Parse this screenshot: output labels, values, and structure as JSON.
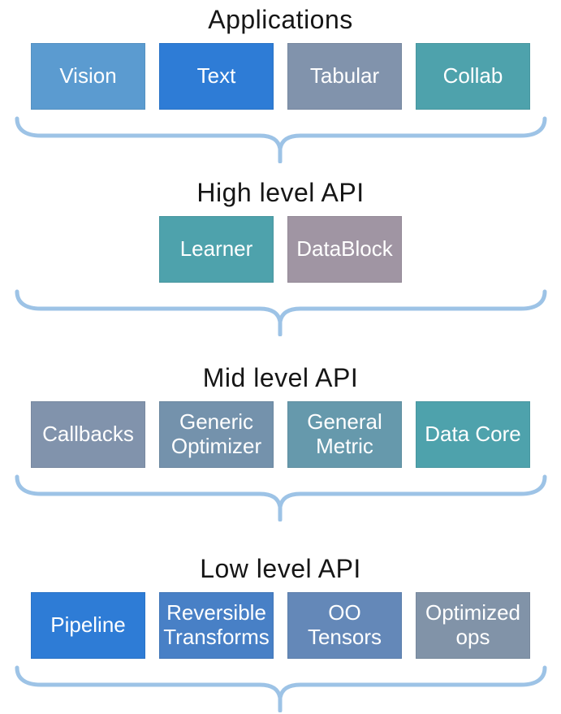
{
  "colors": {
    "brace": "#9DC3E6",
    "title_text": "#161616",
    "box_text": "#FFFFFF"
  },
  "sections": [
    {
      "title": "Applications",
      "boxes": [
        {
          "label": "Vision",
          "color": "#5B9BD0"
        },
        {
          "label": "Text",
          "color": "#2E7CD6"
        },
        {
          "label": "Tabular",
          "color": "#8193AC"
        },
        {
          "label": "Collab",
          "color": "#4EA2AC"
        }
      ]
    },
    {
      "title": "High level API",
      "boxes": [
        {
          "label": "Learner",
          "color": "#4EA2AC"
        },
        {
          "label": "DataBlock",
          "color": "#A095A3"
        }
      ]
    },
    {
      "title": "Mid level API",
      "boxes": [
        {
          "label": "Callbacks",
          "color": "#8193AC"
        },
        {
          "label": "Generic Optimizer",
          "color": "#7492AC"
        },
        {
          "label": "General Metric",
          "color": "#6699AC"
        },
        {
          "label": "Data Core",
          "color": "#4EA2AC"
        }
      ]
    },
    {
      "title": "Low level API",
      "boxes": [
        {
          "label": "Pipeline",
          "color": "#2E7CD6"
        },
        {
          "label": "Reversible Transforms",
          "color": "#4880C6"
        },
        {
          "label": "OO Tensors",
          "color": "#6488B8"
        },
        {
          "label": "Optimized ops",
          "color": "#8193A8"
        }
      ]
    }
  ]
}
